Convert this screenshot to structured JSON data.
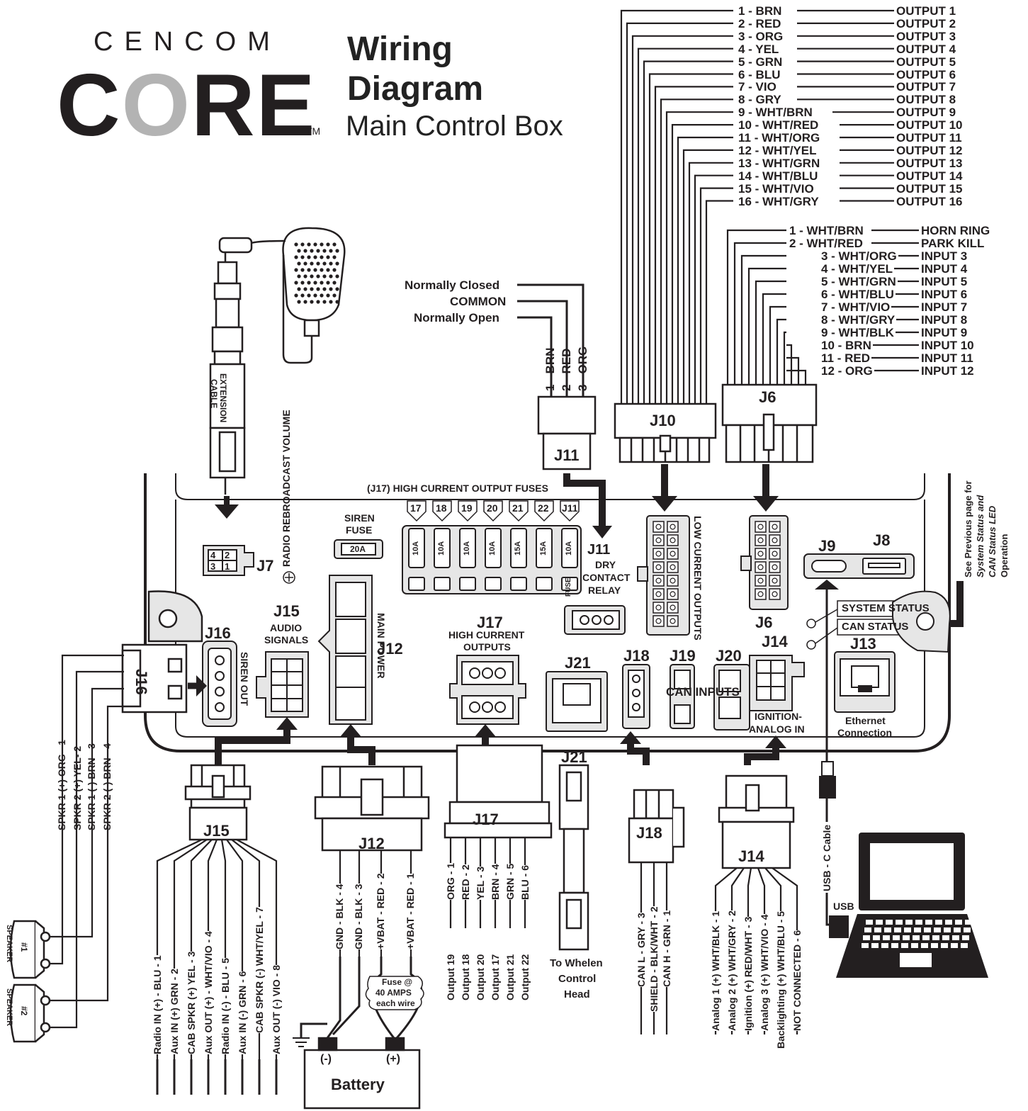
{
  "brand": {
    "top": "CENCOM",
    "core_dark1": "C",
    "core_gray": "O",
    "core_dark2": "RE",
    "tm": "TM"
  },
  "title": {
    "line1": "Wiring",
    "line2": "Diagram",
    "line3": "Main Control Box"
  },
  "colors": {
    "ink": "#231f20",
    "gray": "#b3b3b3",
    "box": "#e6e6e6"
  },
  "j10_outputs": [
    {
      "wire": "1 - BRN",
      "out": "OUTPUT 1"
    },
    {
      "wire": "2 - RED",
      "out": "OUTPUT 2"
    },
    {
      "wire": "3 - ORG",
      "out": "OUTPUT 3"
    },
    {
      "wire": "4 - YEL",
      "out": "OUTPUT 4"
    },
    {
      "wire": "5 - GRN",
      "out": "OUTPUT 5"
    },
    {
      "wire": "6 - BLU",
      "out": "OUTPUT 6"
    },
    {
      "wire": "7 - VIO",
      "out": "OUTPUT 7"
    },
    {
      "wire": "8 - GRY",
      "out": "OUTPUT 8"
    },
    {
      "wire": "9 - WHT/BRN",
      "out": "OUTPUT 9"
    },
    {
      "wire": "10 - WHT/RED",
      "out": "OUTPUT 10"
    },
    {
      "wire": "11 - WHT/ORG",
      "out": "OUTPUT 11"
    },
    {
      "wire": "12 - WHT/YEL",
      "out": "OUTPUT 12"
    },
    {
      "wire": "13 - WHT/GRN",
      "out": "OUTPUT 13"
    },
    {
      "wire": "14 - WHT/BLU",
      "out": "OUTPUT 14"
    },
    {
      "wire": "15 - WHT/VIO",
      "out": "OUTPUT 15"
    },
    {
      "wire": "16 - WHT/GRY",
      "out": "OUTPUT 16"
    }
  ],
  "j6_inputs": [
    {
      "wire": "1 - WHT/BRN",
      "in": "HORN RING"
    },
    {
      "wire": "2 - WHT/RED",
      "in": "PARK KILL"
    },
    {
      "wire": "3 - WHT/ORG",
      "in": "INPUT 3"
    },
    {
      "wire": "4 - WHT/YEL",
      "in": "INPUT 4"
    },
    {
      "wire": "5 - WHT/GRN",
      "in": "INPUT 5"
    },
    {
      "wire": "6 - WHT/BLU",
      "in": "INPUT 6"
    },
    {
      "wire": "7 - WHT/VIO",
      "in": "INPUT 7"
    },
    {
      "wire": "8 - WHT/GRY",
      "in": "INPUT 8"
    },
    {
      "wire": "9 - WHT/BLK",
      "in": "INPUT 9"
    },
    {
      "wire": "10 - BRN",
      "in": "INPUT 10"
    },
    {
      "wire": "11 - RED",
      "in": "INPUT 11"
    },
    {
      "wire": "12 - ORG",
      "in": "INPUT 12"
    }
  ],
  "relay": {
    "nc": "Normally Closed",
    "common": "COMMON",
    "no": "Normally Open",
    "wires": [
      "1 - BRN",
      "2 - RED",
      "3 - ORG"
    ]
  },
  "connectors": {
    "j11": "J11",
    "j10": "J10",
    "j6": "J6",
    "j6b": "J6",
    "j7": "J7",
    "j8": "J8",
    "j9": "J9",
    "j12": "J12",
    "j13": "J13",
    "j14": "J14",
    "j15": "J15",
    "j16": "J16",
    "j16side": "J16",
    "j17": "J17",
    "j18": "J18",
    "j19": "J19",
    "j20": "J20",
    "j21": "J21",
    "j15b": "J15",
    "j12b": "J12",
    "j17b": "J17",
    "j21b": "J21",
    "j18b": "J18",
    "j14b": "J14"
  },
  "labels": {
    "fuses_header": "(J17) HIGH CURRENT OUTPUT FUSES",
    "siren_fuse1": "SIREN",
    "siren_fuse2": "FUSE",
    "siren_fuse_val": "20A",
    "radio_vol": "RADIO REBROADCAST VOLUME",
    "ext_cable1": "EXTENSION",
    "ext_cable2": "CABLE",
    "dry1": "DRY",
    "dry2": "CONTACT",
    "dry3": "RELAY",
    "fuse": "FUSE",
    "low_current": "LOW CURRENT OUTPUTS",
    "main_power": "MAIN POWER",
    "siren_out": "SIREN OUT",
    "audio1": "AUDIO",
    "audio2": "SIGNALS",
    "hc1": "HIGH CURRENT",
    "hc2": "OUTPUTS",
    "can_inputs": "CAN INPUTS",
    "ign1": "IGNITION-",
    "ign2": "ANALOG IN",
    "eth1": "Ethernet",
    "eth2": "Connection",
    "sys_status": "SYSTEM STATUS",
    "can_status": "CAN STATUS",
    "see_prev1": "See Previous page for",
    "see_prev2": "System Status and",
    "see_prev3": "CAN Status LED",
    "see_prev4": "Operation",
    "usb_cable": "USB - C Cable",
    "usb": "USB",
    "to_whelen1": "To Whelen",
    "to_whelen2": "Control",
    "to_whelen3": "Head",
    "battery": "Battery",
    "batt_neg": "(-)",
    "batt_pos": "(+)",
    "fuse_note1": "Fuse @",
    "fuse_note2": "40 AMPS",
    "fuse_note3": "each wire",
    "speaker1": "SPEAKER",
    "speaker1_num": "#1",
    "speaker2": "SPEAKER",
    "speaker2_num": "#2",
    "j7_pins": [
      "4",
      "2",
      "3",
      "1"
    ]
  },
  "fuse_slots": [
    "17",
    "18",
    "19",
    "20",
    "21",
    "22",
    "J11"
  ],
  "fuse_values": [
    "10A",
    "10A",
    "10A",
    "10A",
    "15A",
    "15A",
    "10A"
  ],
  "speaker_wires": [
    "SPKR 1 (+) ORG - 1",
    "SPKR 2 (+) YEL- 2",
    "SPKR 1 (-) BRN - 3",
    "SPKR 2 (-) BRN - 4"
  ],
  "j15_wires": [
    "Radio IN (+) - BLU - 1",
    "Aux IN (+) GRN - 2",
    "CAB SPKR (+) YEL - 3",
    "Aux OUT (+) - WHT/VIO - 4",
    "Radio IN (-) - BLU - 5",
    "Aux IN (-) GRN - 6",
    "CAB SPKR (-) WHT/YEL - 7",
    "Aux OUT (-) VIO - 8"
  ],
  "j12_wires": [
    "GND - BLK - 4",
    "GND - BLK - 3",
    "+VBAT - RED - 2",
    "+VBAT - RED - 1"
  ],
  "j17_wires": [
    "ORG - 1",
    "RED - 2",
    "YEL - 3",
    "BRN - 4",
    "GRN - 5",
    "BLU - 6"
  ],
  "j17_outputs": [
    "Output 19",
    "Output 18",
    "Output 20",
    "Output 17",
    "Output 21",
    "Output 22"
  ],
  "j18_wires": [
    "CAN L - GRY - 3",
    "SHIELD - BLK/WHT - 2",
    "CAN H - GRN - 1"
  ],
  "j14_wires": [
    "Analog 1 (+) WHT/BLK - 1",
    "Analog 2 (+) WHT/GRY - 2",
    "Ignition (+) RED/WHT - 3",
    "Analog 3 (+) WHT/VIO - 4",
    "Backlighting (+) WHT/BLU - 5",
    "NOT CONNECTED - 6"
  ]
}
